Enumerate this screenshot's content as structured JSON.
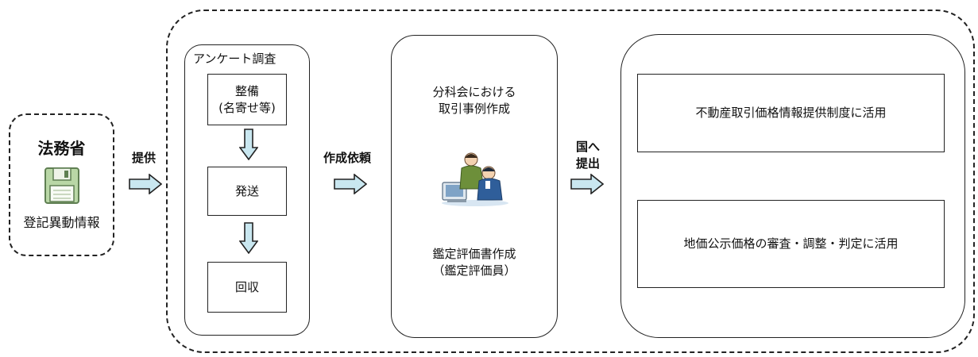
{
  "source": {
    "title": "法務省",
    "caption": "登記異動情報",
    "icon": "floppy-disk-icon"
  },
  "arrows": {
    "provide": "提供",
    "request": "作成依頼",
    "submit": "国へ\n提出"
  },
  "survey": {
    "title": "アンケート調査",
    "steps": [
      "整備\n(名寄せ等)",
      "発送",
      "回収"
    ]
  },
  "appraisal": {
    "top_text": "分科会における\n取引事例作成",
    "bottom_text": "鑑定評価書作成\n（鑑定評価員）",
    "illustration": "two-people-at-computer-icon"
  },
  "uses": {
    "items": [
      "不動産取引価格情報提供制度に活用",
      "地価公示価格の審査・調整・判定に活用"
    ]
  },
  "colors": {
    "arrow_fill": "#c9e7f0",
    "arrow_stroke": "#222222",
    "border": "#222222"
  }
}
